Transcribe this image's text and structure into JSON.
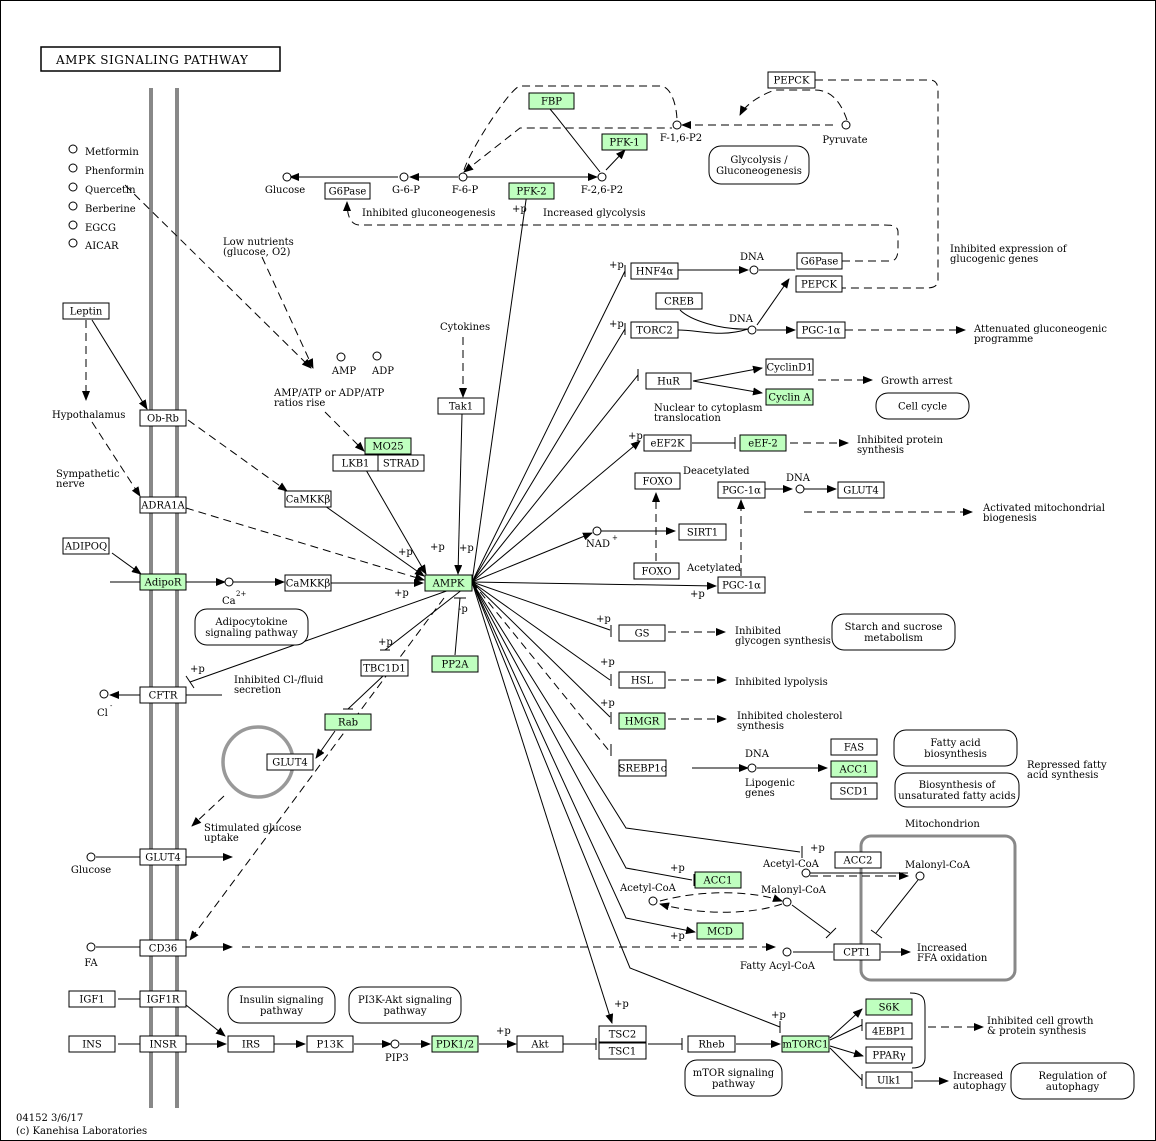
{
  "title": "AMPK SIGNALING PATHWAY",
  "footer": {
    "code": "04152 3/6/17",
    "copyright": "(c) Kanehisa Laboratories"
  },
  "colors": {
    "highlight": "#bfffbf",
    "box": "#ffffff",
    "membrane": "#888888"
  },
  "genes": {
    "fbp": "FBP",
    "pfk1": "PFK-1",
    "pfk2": "PFK-2",
    "pepck_top": "PEPCK",
    "g6pase_top": "G6Pase",
    "hnf4a": "HNF4α",
    "g6pase_r": "G6Pase",
    "pepck_r": "PEPCK",
    "creb": "CREB",
    "torc2": "TORC2",
    "pgc1a_top": "PGC-1α",
    "hur": "HuR",
    "cyclind1": "CyclinD1",
    "cyclina": "Cyclin A",
    "eef2k": "eEF2K",
    "eef2": "eEF-2",
    "foxo_top": "FOXO",
    "pgc1a_mid": "PGC-1α",
    "glut4_r": "GLUT4",
    "sirt1": "SIRT1",
    "foxo_bot": "FOXO",
    "pgc1a_bot": "PGC-1α",
    "leptin": "Leptin",
    "obrb": "Ob-Rb",
    "adra1a": "ADRA1A",
    "adipoq": "ADIPOQ",
    "adipor": "AdipoR",
    "camkkb_1": "CaMKKβ",
    "camkkb_2": "CaMKKβ",
    "mo25": "MO25",
    "lkb1": "LKB1",
    "strad": "STRAD",
    "tak1": "Tak1",
    "ampk": "AMPK",
    "pp2a": "PP2A",
    "tbc1d1": "TBC1D1",
    "rab": "Rab",
    "glut4_m": "GLUT4",
    "cftr": "CFTR",
    "glut4_mem": "GLUT4",
    "cd36": "CD36",
    "gs": "GS",
    "hsl": "HSL",
    "hmgr": "HMGR",
    "srebp1c": "SREBP1c",
    "fas": "FAS",
    "acc1_r": "ACC1",
    "scd1": "SCD1",
    "acc2": "ACC2",
    "acc1_m": "ACC1",
    "mcd": "MCD",
    "cpt1": "CPT1",
    "igf1": "IGF1",
    "igf1r": "IGF1R",
    "ins": "INS",
    "insr": "INSR",
    "irs": "IRS",
    "p13k": "P13K",
    "pdk12": "PDK1/2",
    "akt": "Akt",
    "tsc2": "TSC2",
    "tsc1": "TSC1",
    "rheb": "Rheb",
    "mtorc1": "mTORC1",
    "s6k": "S6K",
    "4ebp1": "4EBP1",
    "ppary": "PPARγ",
    "ulk1": "Ulk1"
  },
  "compounds": {
    "metformin": "Metformin",
    "phenformin": "Phenformin",
    "quercetin": "Quercetin",
    "berberine": "Berberine",
    "egcg": "EGCG",
    "aicar": "AICAR",
    "glucose_top": "Glucose",
    "g6p": "G-6-P",
    "f6p": "F-6-P",
    "f26p2": "F-2,6-P2",
    "f16p2": "F-1,6-P2",
    "pyruvate": "Pyruvate",
    "amp": "AMP",
    "adp": "ADP",
    "dna1": "DNA",
    "dna2": "DNA",
    "dna3": "DNA",
    "dna4": "DNA",
    "ca": "Ca",
    "ca_sup": "2+",
    "nad": "NAD",
    "nad_sup": "+",
    "cl": "Cl",
    "cl_sup": "-",
    "glucose_bot": "Glucose",
    "fa": "FA",
    "acetylcoa_1": "Acetyl-CoA",
    "acetylcoa_2": "Acetyl-CoA",
    "malonylcoa_1": "Malonyl-CoA",
    "malonylcoa_2": "Malonyl-CoA",
    "fattyacylcoa": "Fatty Acyl-CoA",
    "pip3": "PIP3"
  },
  "maps": {
    "glycolysis": [
      "Glycolysis /",
      "Gluconeogenesis"
    ],
    "cellcycle": [
      "Cell cycle"
    ],
    "adipocytokine": [
      "Adipocytokine",
      "signaling pathway"
    ],
    "starch": [
      "Starch and sucrose",
      "metabolism"
    ],
    "fab": [
      "Fatty acid",
      "biosynthesis"
    ],
    "unsat": [
      "Biosynthesis of",
      "unsaturated fatty acids"
    ],
    "insulin": [
      "Insulin signaling",
      "pathway"
    ],
    "pi3k": [
      "PI3K-Akt signaling",
      "pathway"
    ],
    "mtor": [
      "mTOR signaling",
      "pathway"
    ],
    "autophagy": [
      "Regulation of",
      "autophagy"
    ]
  },
  "labels": {
    "inhibited_gluconeo": "Inhibited gluconeogenesis",
    "increased_glycolysis": "Increased glycolysis",
    "inhibited_expr": [
      "Inhibited expression of",
      "glucogenic genes"
    ],
    "attenuated": [
      "Attenuated gluconeogenic",
      "programme"
    ],
    "growth_arrest": "Growth arrest",
    "nuclear": [
      "Nuclear to cytoplasm",
      "translocation"
    ],
    "inhibited_protein": [
      "Inhibited protein",
      "synthesis"
    ],
    "deacetylated": "Deacetylated",
    "acetylated": "Acetylated",
    "activated_mito": [
      "Activated mitochondrial",
      "biogenesis"
    ],
    "inhibited_glycogen": [
      "Inhibited",
      "glycogen synthesis"
    ],
    "inhibited_lipolysis": "Inhibited lypolysis",
    "inhibited_chol": [
      "Inhibited cholesterol",
      "synthesis"
    ],
    "lipogenic": [
      "Lipogenic",
      "genes"
    ],
    "repressed": [
      "Repressed fatty",
      "acid synthesis"
    ],
    "mitochondrion": "Mitochondrion",
    "increased_ffa": [
      "Increased",
      "FFA oxidation"
    ],
    "inhibited_cell_growth": [
      "Inhibited cell growth",
      "& protein synthesis"
    ],
    "increased_autophagy": [
      "Increased",
      "autophagy"
    ],
    "low_nutrients": [
      "Low nutrients",
      "(glucose, O2)"
    ],
    "amp_atp": [
      "AMP/ATP or ADP/ATP",
      "ratios rise"
    ],
    "cytokines": "Cytokines",
    "hypothalamus": "Hypothalamus",
    "sympathetic": [
      "Sympathetic",
      "nerve"
    ],
    "inhibited_cl": [
      "Inhibited Cl-/fluid",
      "secretion"
    ],
    "stim_glucose": [
      "Stimulated glucose",
      "uptake"
    ],
    "plus_p": "+p",
    "minus_p": "-p"
  }
}
